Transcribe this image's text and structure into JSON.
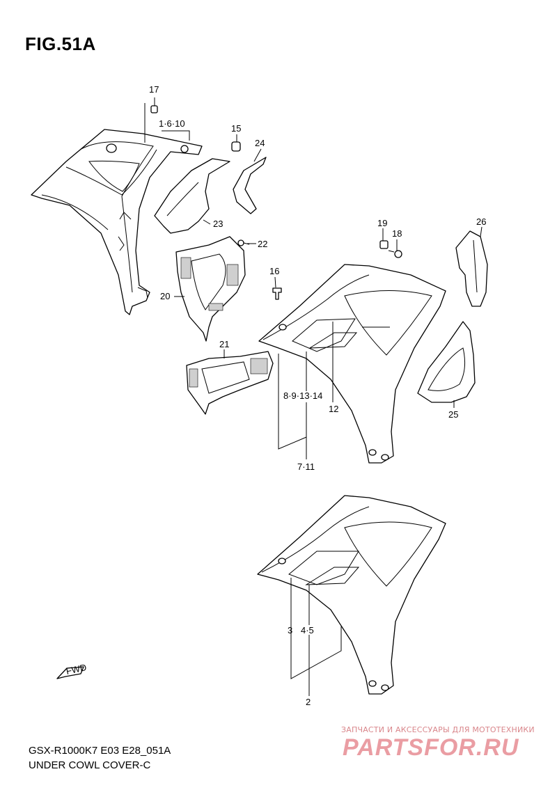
{
  "figure": {
    "title": "FIG.51A",
    "model_code": "GSX-R1000K7 E03 E28_051A",
    "caption": "UNDER COWL COVER-C"
  },
  "callouts": {
    "c17": "17",
    "c1_6_10": "1·6·10",
    "c15": "15",
    "c24": "24",
    "c23": "23",
    "c22": "22",
    "c20": "20",
    "c19": "19",
    "c18": "18",
    "c16": "16",
    "c26": "26",
    "c21": "21",
    "c8_9_13_14": "8·9·13·14",
    "c12": "12",
    "c7_11": "7·11",
    "c25": "25",
    "c3": "3",
    "c4_5": "4·5",
    "c2": "2"
  },
  "direction": {
    "fwd": "FWD"
  },
  "watermark": {
    "tagline": "ЗАПЧАСТИ И АКСЕССУАРЫ ДЛЯ МОТОТЕХНИКИ",
    "logo": "PARTSFOR.RU"
  }
}
